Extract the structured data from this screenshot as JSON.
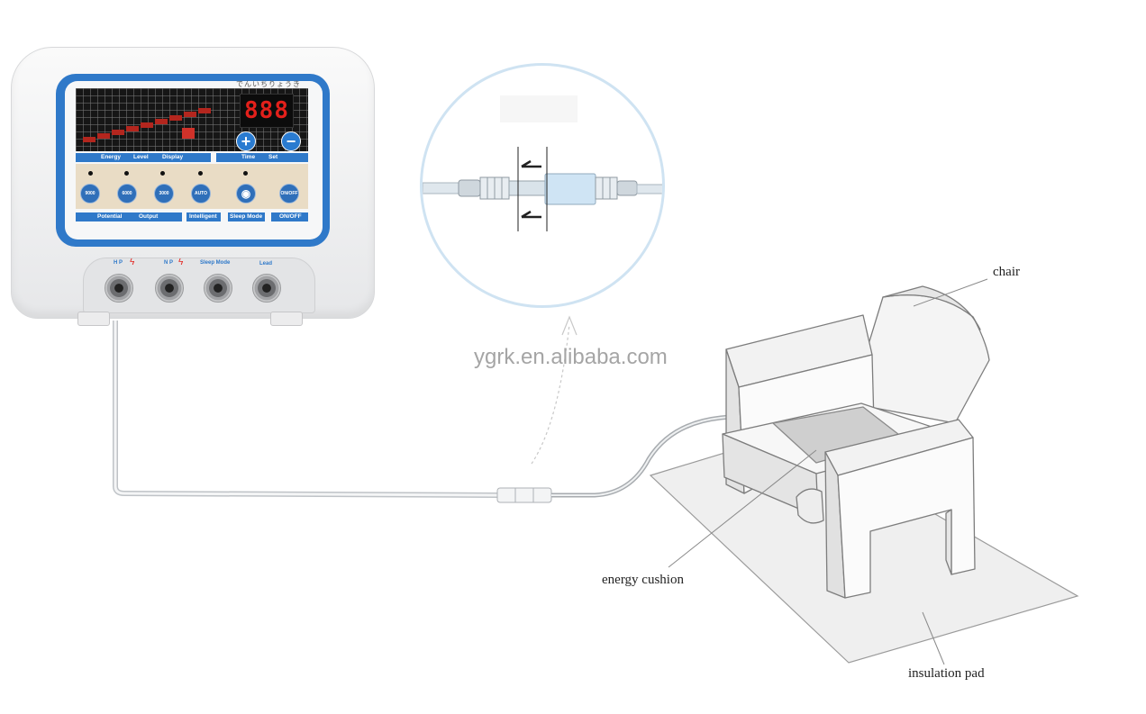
{
  "device": {
    "japanese_label": "でんいちりょうき",
    "display_digits": "888",
    "plus_icon": "+",
    "minus_icon": "−",
    "display_bar": {
      "energy": "Energy",
      "level": "Level",
      "display": "Display",
      "time": "Time",
      "set": "Set"
    },
    "buttons": [
      {
        "label": "9000"
      },
      {
        "label": "6000"
      },
      {
        "label": "3000"
      },
      {
        "label": "AUTO"
      },
      {
        "label": ""
      },
      {
        "label": "ON/OFF"
      }
    ],
    "bottom_bar": {
      "potential": "Potential",
      "output": "Output",
      "intelligent": "Intelligent",
      "sleep_mode": "Sleep Mode",
      "on_off": "ON/OFF"
    },
    "ports": [
      {
        "label": "H P"
      },
      {
        "label": "N P"
      },
      {
        "label": "Sleep Mode"
      },
      {
        "label": "Lead"
      }
    ]
  },
  "watermark": "ygrk.en.alibaba.com",
  "annotations": {
    "chair": "chair",
    "energy_cushion": "energy cushion",
    "insulation_pad": "insulation pad"
  },
  "colors": {
    "panel_blue": "#2f79c9",
    "led_red": "#e3201b",
    "cream_panel": "#e9dcc5"
  },
  "icons": [
    "plus-icon",
    "minus-icon",
    "lightning-icon",
    "arrow-left-icon"
  ]
}
